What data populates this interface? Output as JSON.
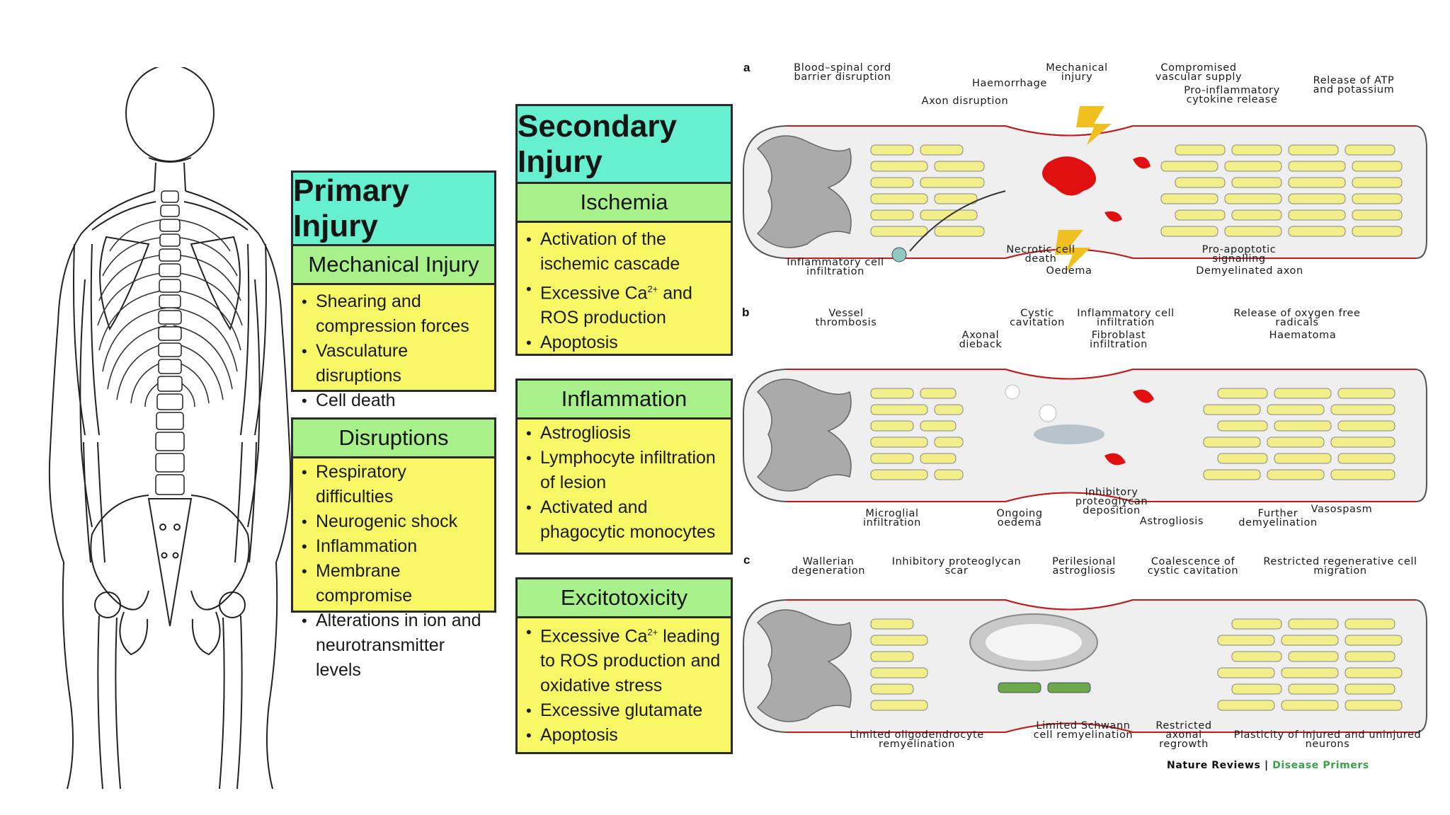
{
  "primary": {
    "title": "Primary Injury",
    "mechanical": {
      "heading": "Mechanical Injury",
      "items": [
        "Shearing and compression forces",
        "Vasculature disruptions",
        "Cell death"
      ]
    },
    "disruptions": {
      "heading": "Disruptions",
      "items": [
        "Respiratory difficulties",
        "Neurogenic shock",
        "Inflammation",
        "Membrane compromise",
        "Alterations in ion and neurotransmitter levels"
      ]
    }
  },
  "secondary": {
    "title": "Secondary Injury",
    "ischemia": {
      "heading": "Ischemia",
      "item1": "Activation of the ischemic cascade",
      "item2_pre": "Excessive Ca",
      "item2_sup": "2+",
      "item2_post": " and ROS production",
      "item3": "Apoptosis"
    },
    "inflammation": {
      "heading": "Inflammation",
      "items": [
        "Astrogliosis",
        "Lymphocyte infiltration of lesion",
        "Activated and phagocytic monocytes"
      ]
    },
    "excitotoxicity": {
      "heading": "Excitotoxicity",
      "item1_pre": "Excessive Ca",
      "item1_sup": "2+",
      "item1_post": " leading to ROS production and oxidative stress",
      "item2": "Excessive glutamate",
      "item3": "Apoptosis"
    }
  },
  "panel_a": {
    "label": "a",
    "blood_spinal": "Blood–spinal cord barrier disruption",
    "haemorrhage": "Haemorrhage",
    "mechanical": "Mechanical injury",
    "compromised": "Compromised vascular supply",
    "axon_disruption": "Axon disruption",
    "proinflammatory": "Pro-inflammatory cytokine release",
    "release_atp": "Release of ATP and potassium",
    "inflammatory_infiltration": "Inflammatory cell infiltration",
    "necrotic": "Necrotic cell death",
    "proapoptotic": "Pro-apoptotic signalling",
    "oedema": "Oedema",
    "demyelinated": "Demyelinated axon"
  },
  "panel_b": {
    "label": "b",
    "vessel": "Vessel thrombosis",
    "cystic": "Cystic cavitation",
    "inflammatory": "Inflammatory cell infiltration",
    "release_oxygen": "Release of oxygen free radicals",
    "axonal_dieback": "Axonal dieback",
    "fibroblast": "Fibroblast infiltration",
    "haematoma": "Haematoma",
    "microglial": "Microglial infiltration",
    "ongoing": "Ongoing oedema",
    "inhibitory": "Inhibitory proteoglycan deposition",
    "astrogliosis": "Astrogliosis",
    "further": "Further demyelination",
    "vasospasm": "Vasospasm"
  },
  "panel_c": {
    "label": "c",
    "wallerian": "Wallerian degeneration",
    "inhibitory_scar": "Inhibitory proteoglycan scar",
    "perilesional": "Perilesional astrogliosis",
    "coalescence": "Coalescence of cystic cavitation",
    "restricted_migration": "Restricted regenerative cell migration",
    "limited_oligo": "Limited oligodendrocyte remyelination",
    "limited_schwann": "Limited Schwann cell remyelination",
    "restricted_regrowth": "Restricted axonal regrowth",
    "plasticity": "Plasticity of injured and uninjured neurons"
  },
  "credit": {
    "journal": "Nature Reviews",
    "separator": " | ",
    "section": "Disease Primers"
  },
  "colors": {
    "box_fill": "#f8f866",
    "title_fill": "#66f0d0",
    "subheading_fill": "#a8f08a",
    "axon_yellow": "#f2ee8a",
    "blood_red": "#e01010",
    "vessel_red": "#c81a1a"
  }
}
